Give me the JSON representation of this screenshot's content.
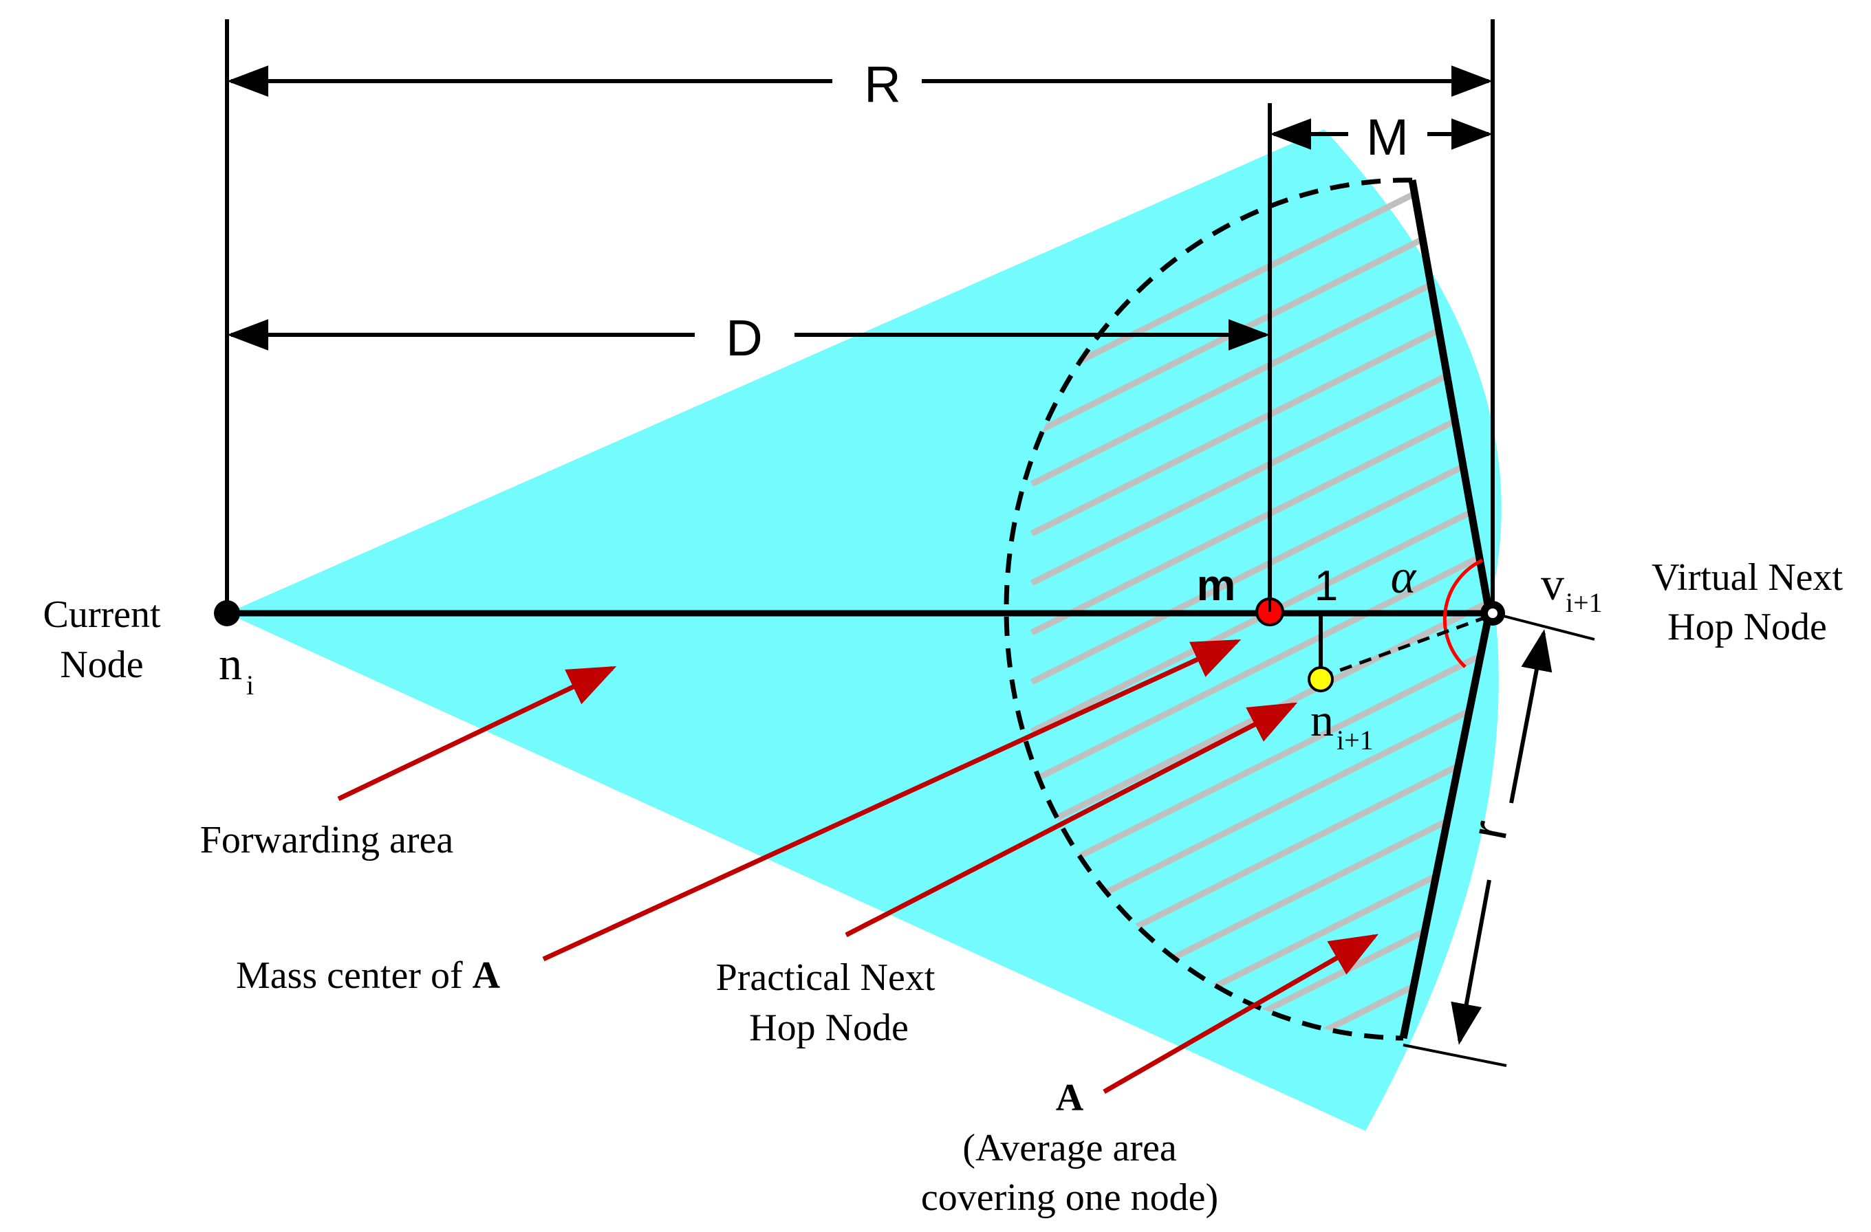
{
  "dimension_labels": {
    "R": "R",
    "M": "M",
    "D": "D",
    "r": "r"
  },
  "point_labels": {
    "m": "m",
    "one": "1",
    "alpha": "α",
    "n_i_base": "n",
    "n_i_sub": "i",
    "n_next_base": "n",
    "n_next_sub": "i+1",
    "v_next_base": "v",
    "v_next_sub": "i+1"
  },
  "node_labels": {
    "current_line1": "Current",
    "current_line2": "Node",
    "virtual_line1": "Virtual Next",
    "virtual_line2": "Hop Node"
  },
  "annotations": {
    "forwarding_area": "Forwarding area",
    "mass_center_prefix": "Mass center of ",
    "mass_center_bold": "A",
    "practical_line1": "Practical Next",
    "practical_line2": "Hop Node",
    "area_A_title": "A",
    "area_A_line1": "(Average area",
    "area_A_line2": "covering one node)"
  },
  "colors": {
    "forwarding_area_fill": "#73fbfd",
    "hatch": "#c0c0c0",
    "arrow_red": "#c00000",
    "mass_center_dot": "#ff0000",
    "next_hop_dot": "#ffff00",
    "line": "#000000"
  }
}
